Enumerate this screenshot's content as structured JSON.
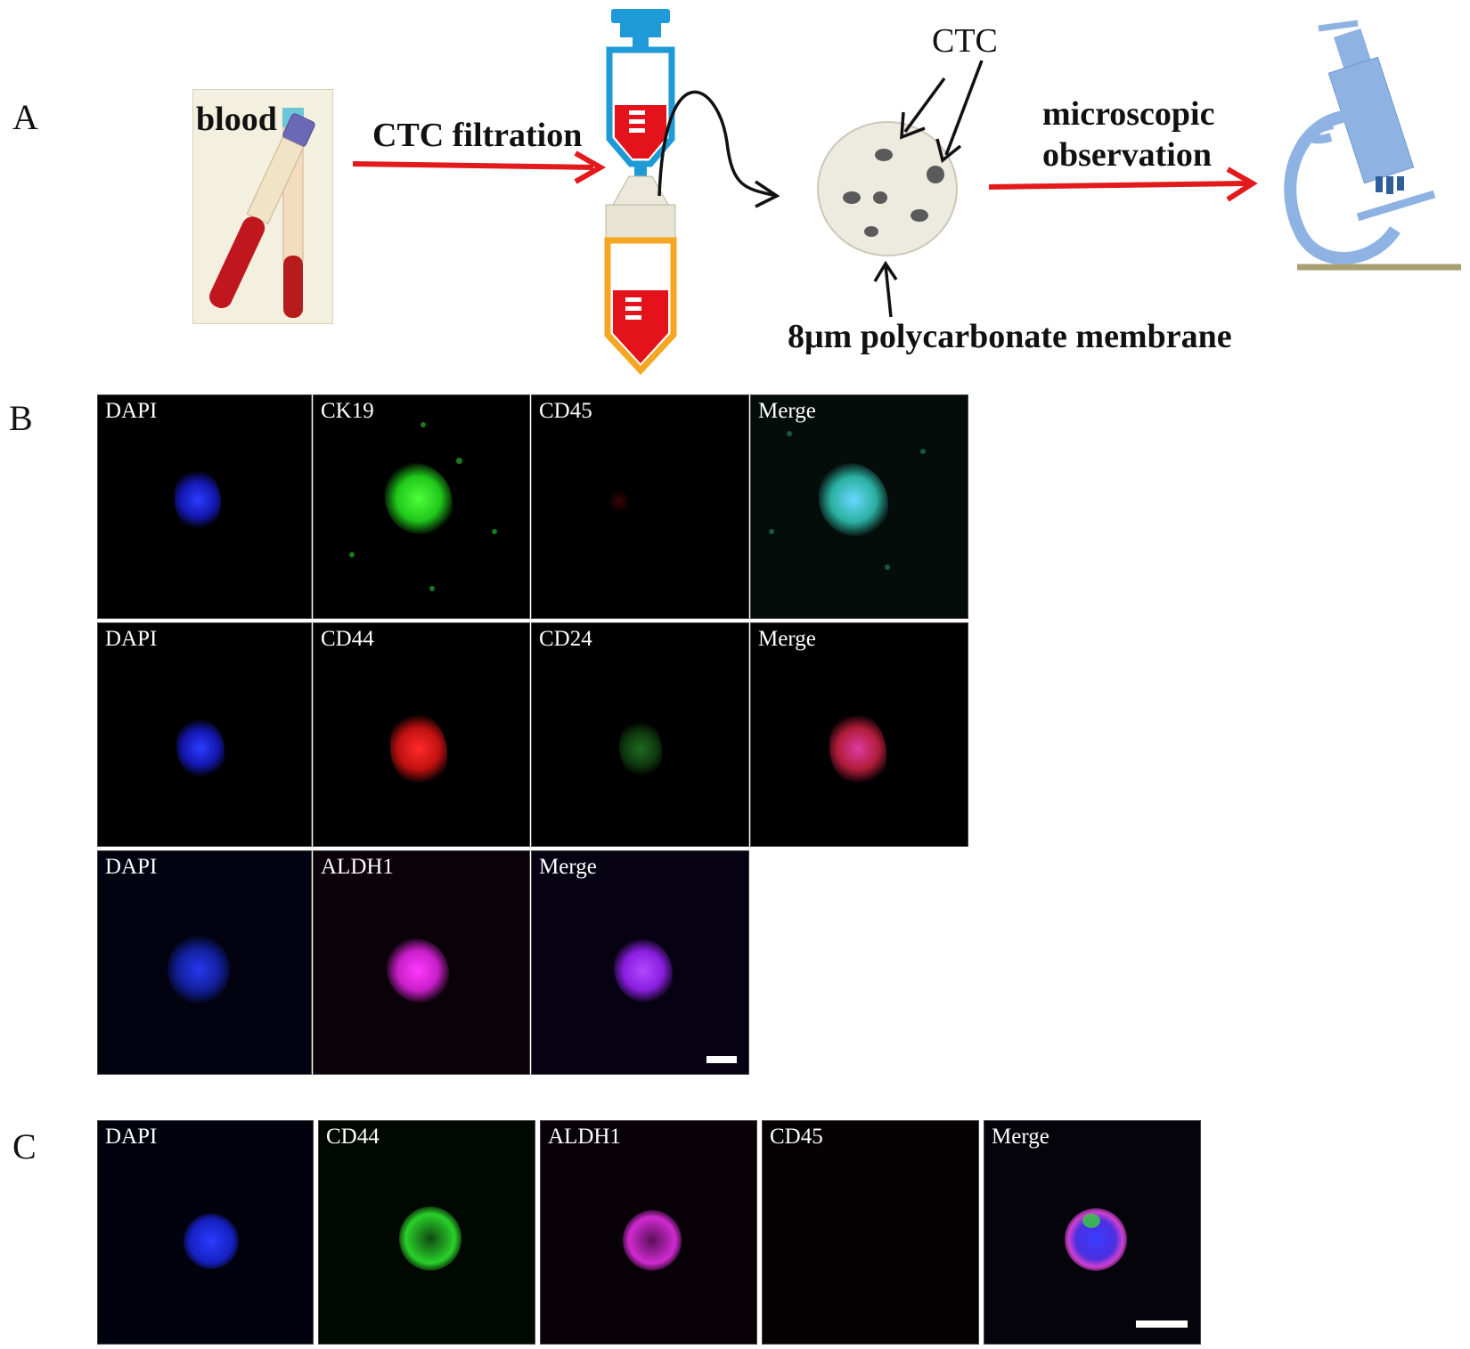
{
  "panel_a": {
    "letter": "A",
    "blood_label": "blood",
    "filtration_label": "CTC filtration",
    "ctc_label": "CTC",
    "membrane_label": "8μm polycarbonate membrane",
    "observation_label_1": "microscopic",
    "observation_label_2": "observation",
    "arrow_color": "#e31a1c"
  },
  "panel_b": {
    "letter": "B",
    "rows": [
      {
        "tiles": [
          {
            "label": "DAPI",
            "stain": "blue"
          },
          {
            "label": "CK19",
            "stain": "green"
          },
          {
            "label": "CD45",
            "stain": "faint-red"
          },
          {
            "label": "Merge",
            "stain": "cyan-merge"
          }
        ]
      },
      {
        "tiles": [
          {
            "label": "DAPI",
            "stain": "blue"
          },
          {
            "label": "CD44",
            "stain": "red"
          },
          {
            "label": "CD24",
            "stain": "faint-green"
          },
          {
            "label": "Merge",
            "stain": "red-blue-merge"
          }
        ]
      },
      {
        "tiles": [
          {
            "label": "DAPI",
            "stain": "blue"
          },
          {
            "label": "ALDH1",
            "stain": "magenta"
          },
          {
            "label": "Merge",
            "stain": "purple-merge"
          }
        ]
      }
    ]
  },
  "panel_c": {
    "letter": "C",
    "tiles": [
      {
        "label": "DAPI",
        "stain": "blue"
      },
      {
        "label": "CD44",
        "stain": "green-ring"
      },
      {
        "label": "ALDH1",
        "stain": "magenta-ring"
      },
      {
        "label": "CD45",
        "stain": "empty"
      },
      {
        "label": "Merge",
        "stain": "multi-merge"
      }
    ]
  }
}
